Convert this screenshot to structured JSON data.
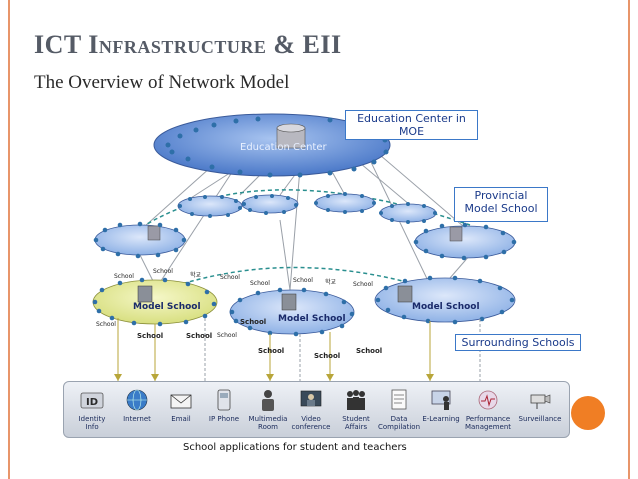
{
  "slide": {
    "title": "ICT Infrastructure & EII",
    "subtitle": "The Overview of Network Model"
  },
  "diagram": {
    "education_center_label": "Education Center",
    "callouts": {
      "moe": "Education Center in MOE",
      "provincial": "Provincial Model School",
      "surrounding": "Surrounding Schools"
    },
    "network_labels": [
      "Model School",
      "Model School",
      "Model School"
    ],
    "school_label": "School",
    "aux_label": "학교",
    "applications": [
      {
        "label": "Identity\nInfo",
        "icon": "id-card-icon"
      },
      {
        "label": "Internet",
        "icon": "globe-icon"
      },
      {
        "label": "Email",
        "icon": "email-icon"
      },
      {
        "label": "IP Phone",
        "icon": "phone-icon"
      },
      {
        "label": "Multimedia\nRoom",
        "icon": "multimedia-icon"
      },
      {
        "label": "Video\nconference",
        "icon": "video-conference-icon"
      },
      {
        "label": "Student\nAffairs",
        "icon": "students-icon"
      },
      {
        "label": "Data\nCompilation",
        "icon": "data-icon"
      },
      {
        "label": "E-Learning",
        "icon": "e-learning-icon"
      },
      {
        "label": "Performance\nManagement",
        "icon": "performance-icon"
      },
      {
        "label": "Surveillance",
        "icon": "surveillance-icon"
      }
    ],
    "caption": "School applications for student and teachers"
  },
  "colors": {
    "frame": "#e8956a",
    "accent_dot": "#f07e24",
    "callout_border": "#3b78c8",
    "network_fill": "#8fb2e6",
    "model_school_fill": "#e6eb9a",
    "node": "#2e6fa8"
  }
}
